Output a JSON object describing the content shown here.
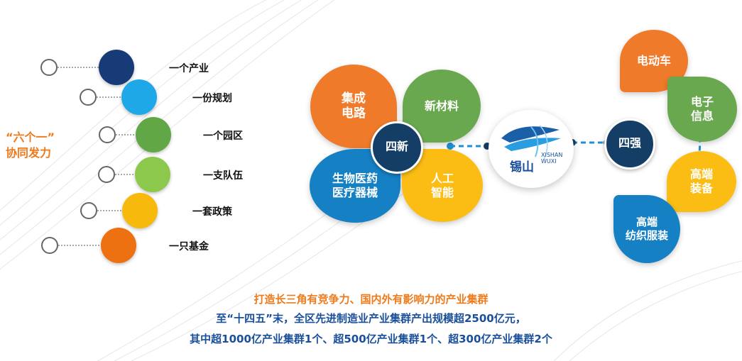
{
  "motto": [
    "“六个一”",
    "协同发力"
  ],
  "six_ones": [
    {
      "label": "一个产业",
      "color": "#163b77"
    },
    {
      "label": "一份规划",
      "color": "#1fa8e8"
    },
    {
      "label": "一个园区",
      "color": "#62a745"
    },
    {
      "label": "一支队伍",
      "color": "#8bc84c"
    },
    {
      "label": "一套政策",
      "color": "#f7b90b"
    },
    {
      "label": "一只基金",
      "color": "#ed7011"
    }
  ],
  "four_new": {
    "center": "四新",
    "petals": [
      {
        "lines": [
          "集成",
          "电路"
        ],
        "color": "#ef7b2a"
      },
      {
        "lines": [
          "新材料"
        ],
        "color": "#6aa84f"
      },
      {
        "lines": [
          "生物医药",
          "医疗器械"
        ],
        "color": "#1680c5"
      },
      {
        "lines": [
          "人工",
          "智能"
        ],
        "color": "#fbbd13"
      }
    ]
  },
  "logo": {
    "chinese": "锡山",
    "english": [
      "XISHAN",
      "WUXI"
    ]
  },
  "four_strong": {
    "center": "四强",
    "items": [
      {
        "lines": [
          "电动车"
        ],
        "color": "#ef7b2a"
      },
      {
        "lines": [
          "电子",
          "信息"
        ],
        "color": "#6aa84f"
      },
      {
        "lines": [
          "高端",
          "装备"
        ],
        "color": "#fbbd13"
      },
      {
        "lines": [
          "高端",
          "纺织服装"
        ],
        "color": "#1680c5"
      }
    ]
  },
  "summary": [
    "打造长三角有竞争力、国内外有影响力的产业集群",
    "至“十四五”末，全区先进制造业产业集群产出规模超2500亿元，",
    "其中超1000亿产业集群1个、超500亿产业集群1个、超300亿产业集群2个"
  ],
  "colors": {
    "accent_orange": "#f07a1a",
    "navy": "#1a4f9a",
    "dark_center": "#143e66",
    "connector": "#1e90d8"
  }
}
